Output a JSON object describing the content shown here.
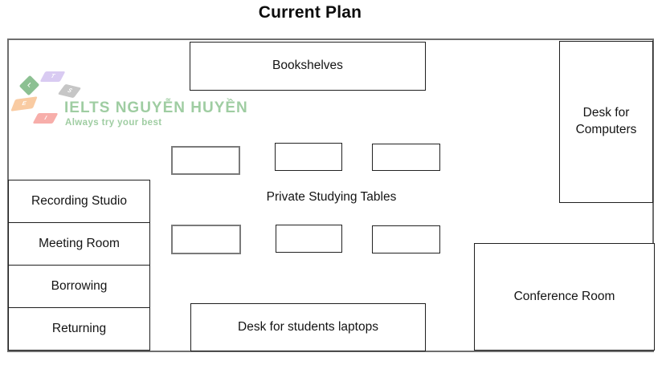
{
  "title": "Current Plan",
  "logo": {
    "name": "IELTS NGUYỄN HUYỀN",
    "tagline": "Always try your best",
    "text_color": "#9fcda2",
    "letters": [
      "L",
      "T",
      "S",
      "E",
      "I"
    ],
    "shape_colors": [
      "#8cc092",
      "#d9cbf2",
      "#c6c6c6",
      "#f9cba2",
      "#f7aeaa"
    ]
  },
  "rooms": {
    "bookshelves": "Bookshelves",
    "desk_computers": "Desk for Computers",
    "left_stack": [
      "Recording Studio",
      "Meeting Room",
      "Borrowing",
      "Returning"
    ],
    "private_tables_label": "Private Studying Tables",
    "desk_laptops": "Desk for students laptops",
    "conference": "Conference Room"
  },
  "study_tables": {
    "rows": 2,
    "per_row": 3
  },
  "colors": {
    "outer_wall": "#6e6e6e",
    "room_border": "#1f1f1f",
    "table_border_gray": "#7a7a7a"
  }
}
